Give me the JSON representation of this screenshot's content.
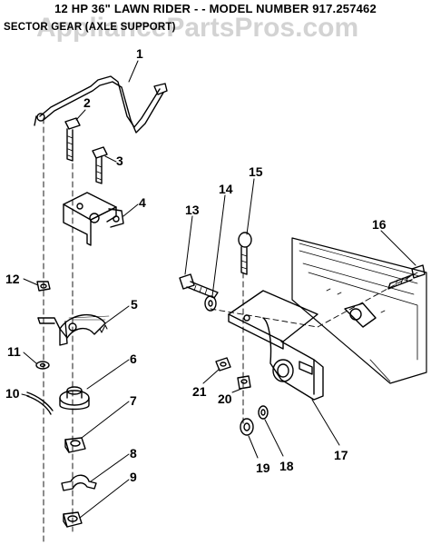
{
  "header": {
    "title": "12 HP 36\" LAWN RIDER - - MODEL NUMBER 917.257462",
    "subtitle": "SECTOR GEAR (AXLE SUPPORT)",
    "watermark": "AppliancePartsPros.com"
  },
  "callouts": {
    "c1": "1",
    "c2": "2",
    "c3": "3",
    "c4": "4",
    "c5": "5",
    "c6": "6",
    "c7": "7",
    "c8": "8",
    "c9": "9",
    "c10": "10",
    "c11": "11",
    "c12": "12",
    "c13": "13",
    "c14": "14",
    "c15": "15",
    "c16": "16",
    "c17": "17",
    "c18": "18",
    "c19": "19",
    "c20": "20",
    "c21": "21"
  }
}
